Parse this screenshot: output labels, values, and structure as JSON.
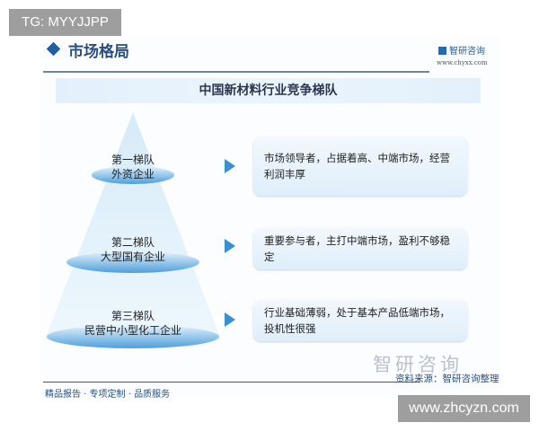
{
  "watermark_tag": "TG: MYYJJPP",
  "watermark_site": "www.zhcyzn.com",
  "header": {
    "section_title": "市场格局",
    "brand_name": "智研咨询",
    "brand_url": "www.chyxx.com"
  },
  "banner_title": "中国新材料行业竞争梯队",
  "tiers": [
    {
      "line1": "第一梯队",
      "line2": "外资企业",
      "description": "市场领导者，占据着高、中端市场，经营利润丰厚"
    },
    {
      "line1": "第二梯队",
      "line2": "大型国有企业",
      "description": "重要参与者，主打中端市场，盈利不够稳定"
    },
    {
      "line1": "第三梯队",
      "line2": "民营中小型化工企业",
      "description": "行业基础薄弱，处于基本产品低端市场，投机性很强"
    }
  ],
  "footer": {
    "slogan": "精品报告 · 专项定制 · 品质服务",
    "source": "资料来源：智研咨询整理",
    "brand_watermark": "智研咨询"
  },
  "colors": {
    "accent": "#1f5f9c",
    "arrow": "#3a8fd0",
    "pyramid": "#5aa8e0"
  }
}
